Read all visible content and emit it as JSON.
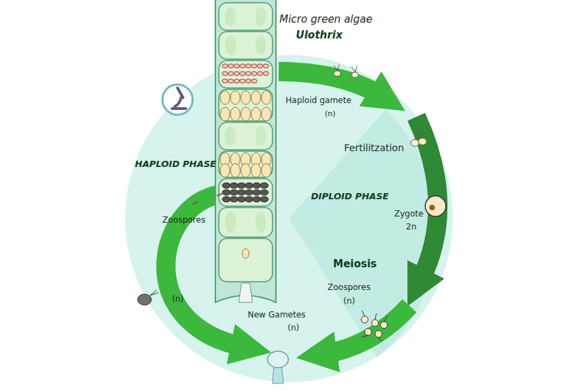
{
  "diagram": {
    "title": "Micro green algae",
    "labels": [
      "Ulothrix",
      "Haploid gamete",
      "(n)",
      "Fertilitzation",
      "DIPLOID PHASE",
      "Zygote",
      "2n",
      "Meiosis",
      "Zoospores",
      "(n)",
      "New Gametes",
      "(n)",
      "HAPLOID PHASE",
      "Zoospores",
      "(n)"
    ]
  }
}
